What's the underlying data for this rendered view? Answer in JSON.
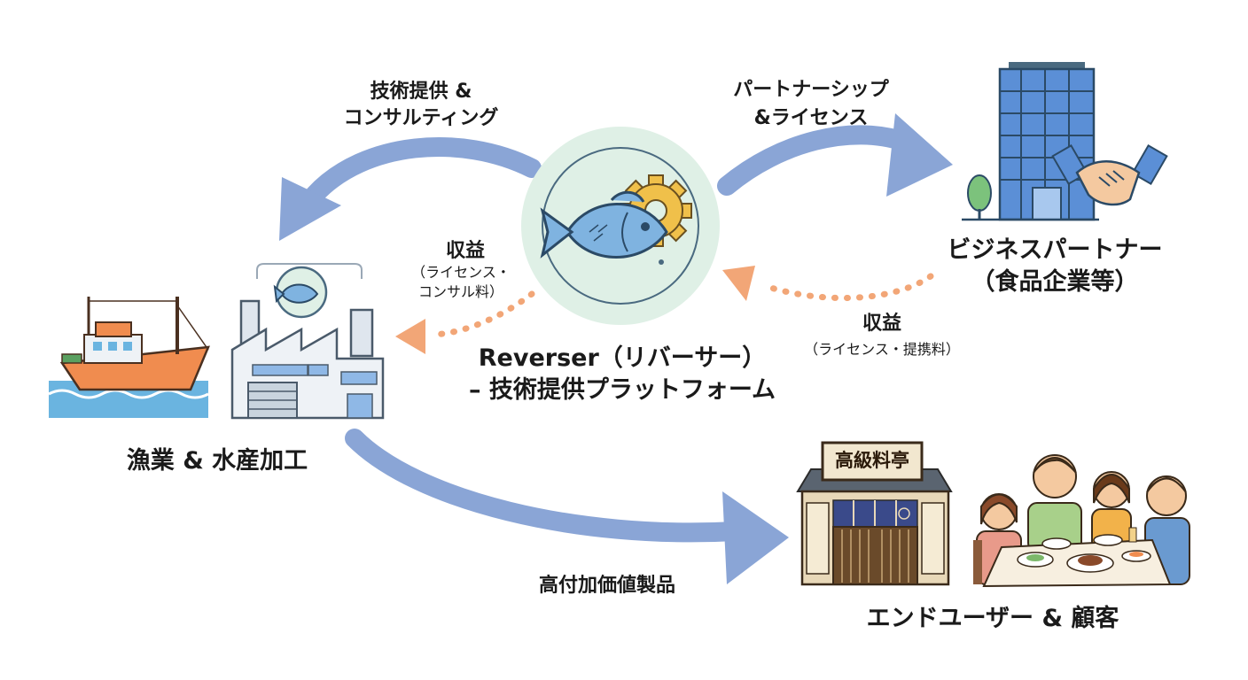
{
  "center": {
    "name_line1": "Reverser（リバーサー）",
    "name_line2": "– 技術提供プラットフォーム"
  },
  "nodes": {
    "fishery": "漁業 & 水産加工",
    "partner_line1": "ビジネスパートナー",
    "partner_line2": "（食品企業等）",
    "enduser": "エンドユーザー & 顧客",
    "restaurant_sign": "高級料亭"
  },
  "flows": {
    "tech_line1": "技術提供 &",
    "tech_line2": "コンサルティング",
    "partnership_line1": "パートナーシップ",
    "partnership_line2": "&ライセンス",
    "revenue_left_title": "収益",
    "revenue_left_line1": "（ライセンス・",
    "revenue_left_line2": "コンサル料）",
    "revenue_right_title": "収益",
    "revenue_right_sub": "（ライセンス・提携料）",
    "product": "高付加価値製品"
  },
  "colors": {
    "solid_arrow": "#8aa5d6",
    "dotted_arrow": "#f2a677",
    "hub_fill": "#dff0e6",
    "building": "#5b8fd6",
    "boat_hull": "#f08c4f",
    "water": "#6ab4e0"
  }
}
